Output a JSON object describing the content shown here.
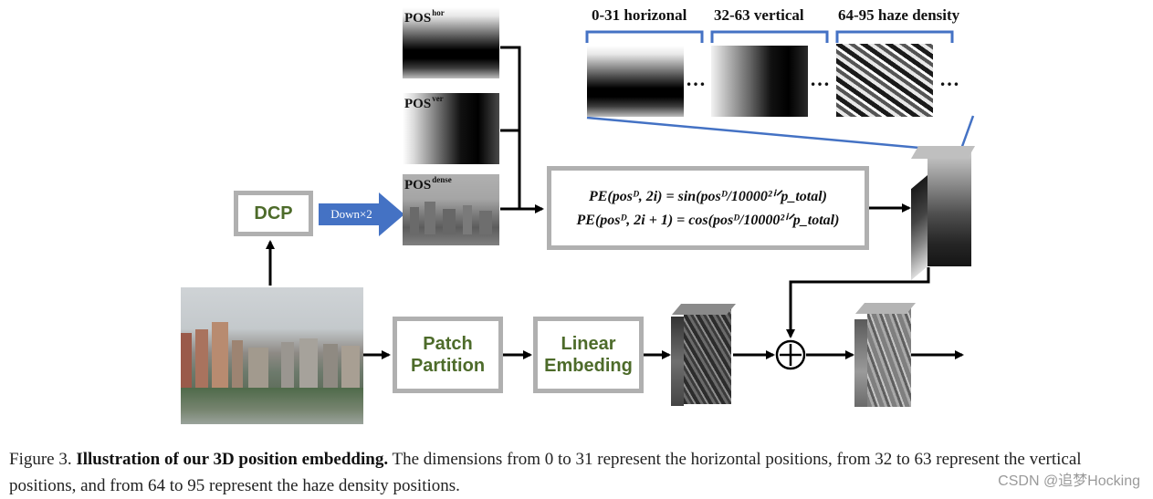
{
  "diagram": {
    "dcp_label": "DCP",
    "down_label": "Down×2",
    "pos_hor": {
      "base": "POS",
      "sup": "hor"
    },
    "pos_ver": {
      "base": "POS",
      "sup": "ver"
    },
    "pos_dense": {
      "base": "POS",
      "sup": "dense"
    },
    "heading_horizontal": "0-31 horizonal",
    "heading_vertical": "32-63 vertical",
    "heading_haze": "64-95 haze density",
    "ellipsis": "…",
    "formula_line1": "PE(posᴰ, 2i) = sin(posᴰ/10000²ⁱᐟp_total)",
    "formula_line2": "PE(posᴰ, 2i + 1) = cos(posᴰ/10000²ⁱᐟp_total)",
    "patch_partition_line1": "Patch",
    "patch_partition_line2": "Partition",
    "linear_embedding_line1": "Linear",
    "linear_embedding_line2": "Embeding",
    "plus_symbol": "+"
  },
  "caption": {
    "prefix": "Figure 3.",
    "bold": "Illustration of our 3D position embedding.",
    "rest": "The dimensions from 0 to 31 represent the horizontal positions, from 32 to 63 represent the vertical positions, and from 64 to 95 represent the haze density positions."
  },
  "watermark": "CSDN @追梦Hocking",
  "colors": {
    "box_border": "#b0b0b0",
    "box_text": "#4d6b2a",
    "bracket_blue": "#4472c4",
    "arrow_blue": "#4472c4"
  }
}
